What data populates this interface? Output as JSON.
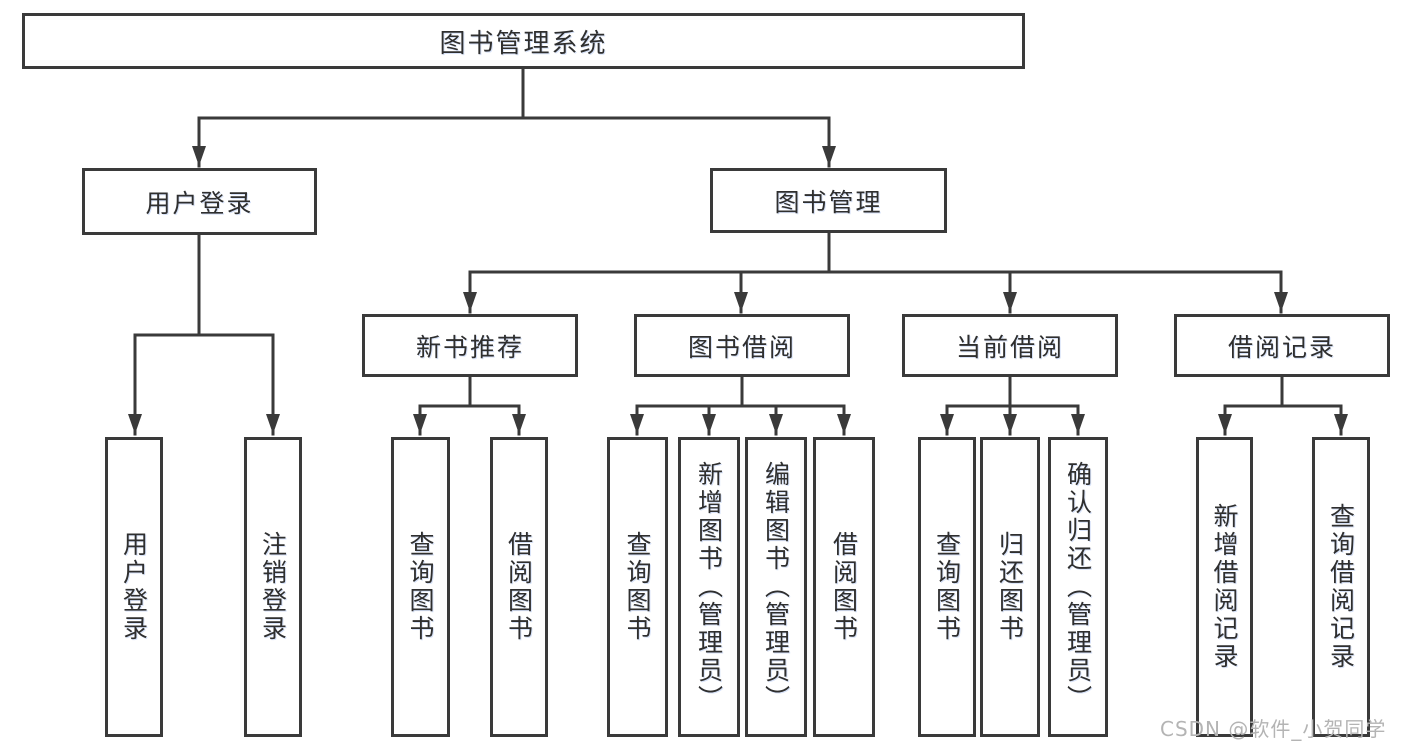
{
  "diagram": {
    "tree": {
      "root": {
        "label": "图书管理系统",
        "children": [
          {
            "label": "用户登录",
            "children": [
              {
                "label": "用户登录"
              },
              {
                "label": "注销登录"
              }
            ]
          },
          {
            "label": "图书管理",
            "children": [
              {
                "label": "新书推荐",
                "children": [
                  {
                    "label": "查询图书"
                  },
                  {
                    "label": "借阅图书"
                  }
                ]
              },
              {
                "label": "图书借阅",
                "children": [
                  {
                    "label": "查询图书"
                  },
                  {
                    "label": "新增图书（管理员）"
                  },
                  {
                    "label": "编辑图书（管理员）"
                  },
                  {
                    "label": "借阅图书"
                  }
                ]
              },
              {
                "label": "当前借阅",
                "children": [
                  {
                    "label": "查询图书"
                  },
                  {
                    "label": "归还图书"
                  },
                  {
                    "label": "确认归还（管理员）"
                  }
                ]
              },
              {
                "label": "借阅记录",
                "children": [
                  {
                    "label": "新增借阅记录"
                  },
                  {
                    "label": "查询借阅记录"
                  }
                ]
              }
            ]
          }
        ]
      }
    },
    "colors": {
      "line": "#3a3a3a",
      "text": "#2f2f2f",
      "background": "#ffffff",
      "watermark_text": "#b4b4b4"
    }
  },
  "watermark": {
    "text": "CSDN @软件_小贺同学"
  }
}
